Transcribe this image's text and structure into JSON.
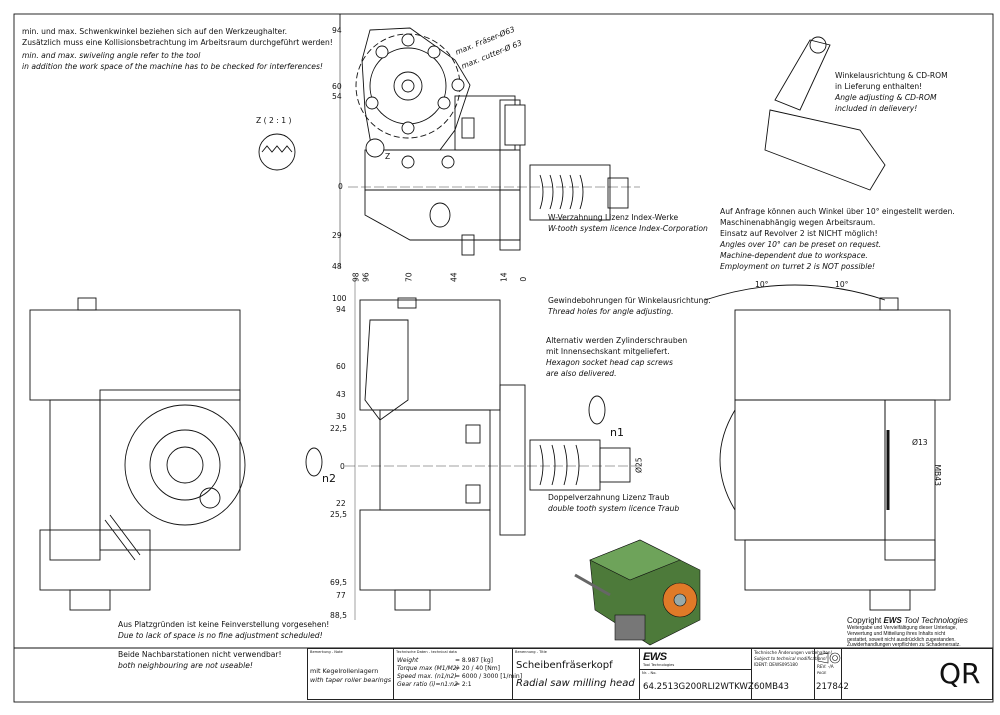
{
  "notes": {
    "swivel_de_1": "min. und max. Schwenkwinkel beziehen sich auf den Werkzeughalter.",
    "swivel_de_2": "Zusätzlich muss eine Kollisionsbetrachtung im Arbeitsraum durchgeführt werden!",
    "swivel_en_1": "min. and max. swiveling angle refer to the tool",
    "swivel_en_2": "in addition the work space of the machine has to be checked for interferences!",
    "detail_z": "Z ( 2 : 1 )",
    "cutter_de": "max. Fräser-Ø63",
    "cutter_en": "max. cutter-Ø 63",
    "wtooth_de": "W-Verzahnung Lizenz Index-Werke",
    "wtooth_en": "W-tooth system licence Index-Corporation",
    "cd_de_1": "Winkelausrichtung & CD-ROM",
    "cd_de_2": "in Lieferung enthalten!",
    "cd_en_1": "Angle adjusting & CD-ROM",
    "cd_en_2": "included in delievery!",
    "angle_de_1": "Auf Anfrage können auch Winkel über 10° eingestellt werden.",
    "angle_de_2": "Maschinenabhängig wegen Arbeitsraum.",
    "angle_de_3": "Einsatz auf Revolver 2 ist NICHT möglich!",
    "angle_en_1": "Angles over 10° can be preset on request.",
    "angle_en_2": "Machine-dependent due to workspace.",
    "angle_en_3": "Employment on turret 2 is NOT possible!",
    "thread_de": "Gewindebohrungen für Winkelausrichtung.",
    "thread_en": "Thread holes for angle adjusting.",
    "screw_de_1": "Alternativ werden Zylinderschrauben",
    "screw_de_2": "mit Innensechskant mitgeliefert.",
    "screw_en_1": "Hexagon socket head cap screws",
    "screw_en_2": "are also delivered.",
    "double_de": "Doppelverzahnung Lizenz Traub",
    "double_en": "double tooth system licence Traub",
    "space_de": "Aus Platzgründen ist keine Feinverstellung vorgesehen!",
    "space_en": "Due to lack of space is no fine adjustment scheduled!",
    "neigh_de": "Beide Nachbarstationen nicht verwendbar!",
    "neigh_en": "both neighbouring are not useable!",
    "copyright_1": "Copyright",
    "copyright_2": "EWS",
    "copyright_3": "Tool Technologies",
    "copyright_body_1": "Weitergabe und Vervielfältigung dieser Unterlage,",
    "copyright_body_2": "Verwertung und Mitteilung ihres Inhalts nicht",
    "copyright_body_3": "gestattet, soweit nicht ausdrücklich zugestanden.",
    "copyright_body_4": "Zuwiderhandlungen verpflichten zu Schadenersatz."
  },
  "dimensions": {
    "top_view": [
      "94",
      "60",
      "54",
      "0",
      "29",
      "48"
    ],
    "front_top": [
      "98",
      "96",
      "70",
      "44",
      "14",
      "0"
    ],
    "front_left": [
      "100",
      "94",
      "60",
      "43",
      "30",
      "22,5",
      "0",
      "22",
      "25,5",
      "69,5",
      "77",
      "88,5"
    ],
    "angle_left": "10°",
    "angle_right": "10°",
    "dia25": "Ø25",
    "dia13": "Ø13",
    "mb43": "MB43",
    "n1": "n1",
    "n2": "n2",
    "z": "Z"
  },
  "title_block": {
    "note_label": "Bemerkung - Note",
    "note_de": "mit Kegelrollenlagern",
    "note_en": "with taper roller bearings",
    "tech_label": "Technische Daten - technical data",
    "tech": [
      {
        "k": "Weight",
        "v": "=  8.987 [kg]"
      },
      {
        "k": "Torque max (M1/M2)",
        "v": "=  20 / 40 [Nm]"
      },
      {
        "k": "Speed max. (n1/n2)",
        "v": "=  6000 / 3000 [1/min]"
      },
      {
        "k": "Gear ratio  (i)=n1:n2",
        "v": "=  2:1"
      }
    ],
    "title_label": "Benennung - Title",
    "title_de": "Scheibenfräserkopf",
    "title_en": "Radial saw milling head",
    "logo": "EWS",
    "logo_sub": "Tool Technologies",
    "mods_de": "Technische Änderungen vorbehalten!",
    "mods_en": "Subject to technical modifications!",
    "ident": "IDENT: DEWS095180",
    "rev": "REV:  -/A",
    "nr_label": "Nr. - No.",
    "part_no": "64.2513G200RLI2WTKWZ60MB43",
    "page_label": "PAGE",
    "sheet": "217842",
    "qr": "QR"
  }
}
